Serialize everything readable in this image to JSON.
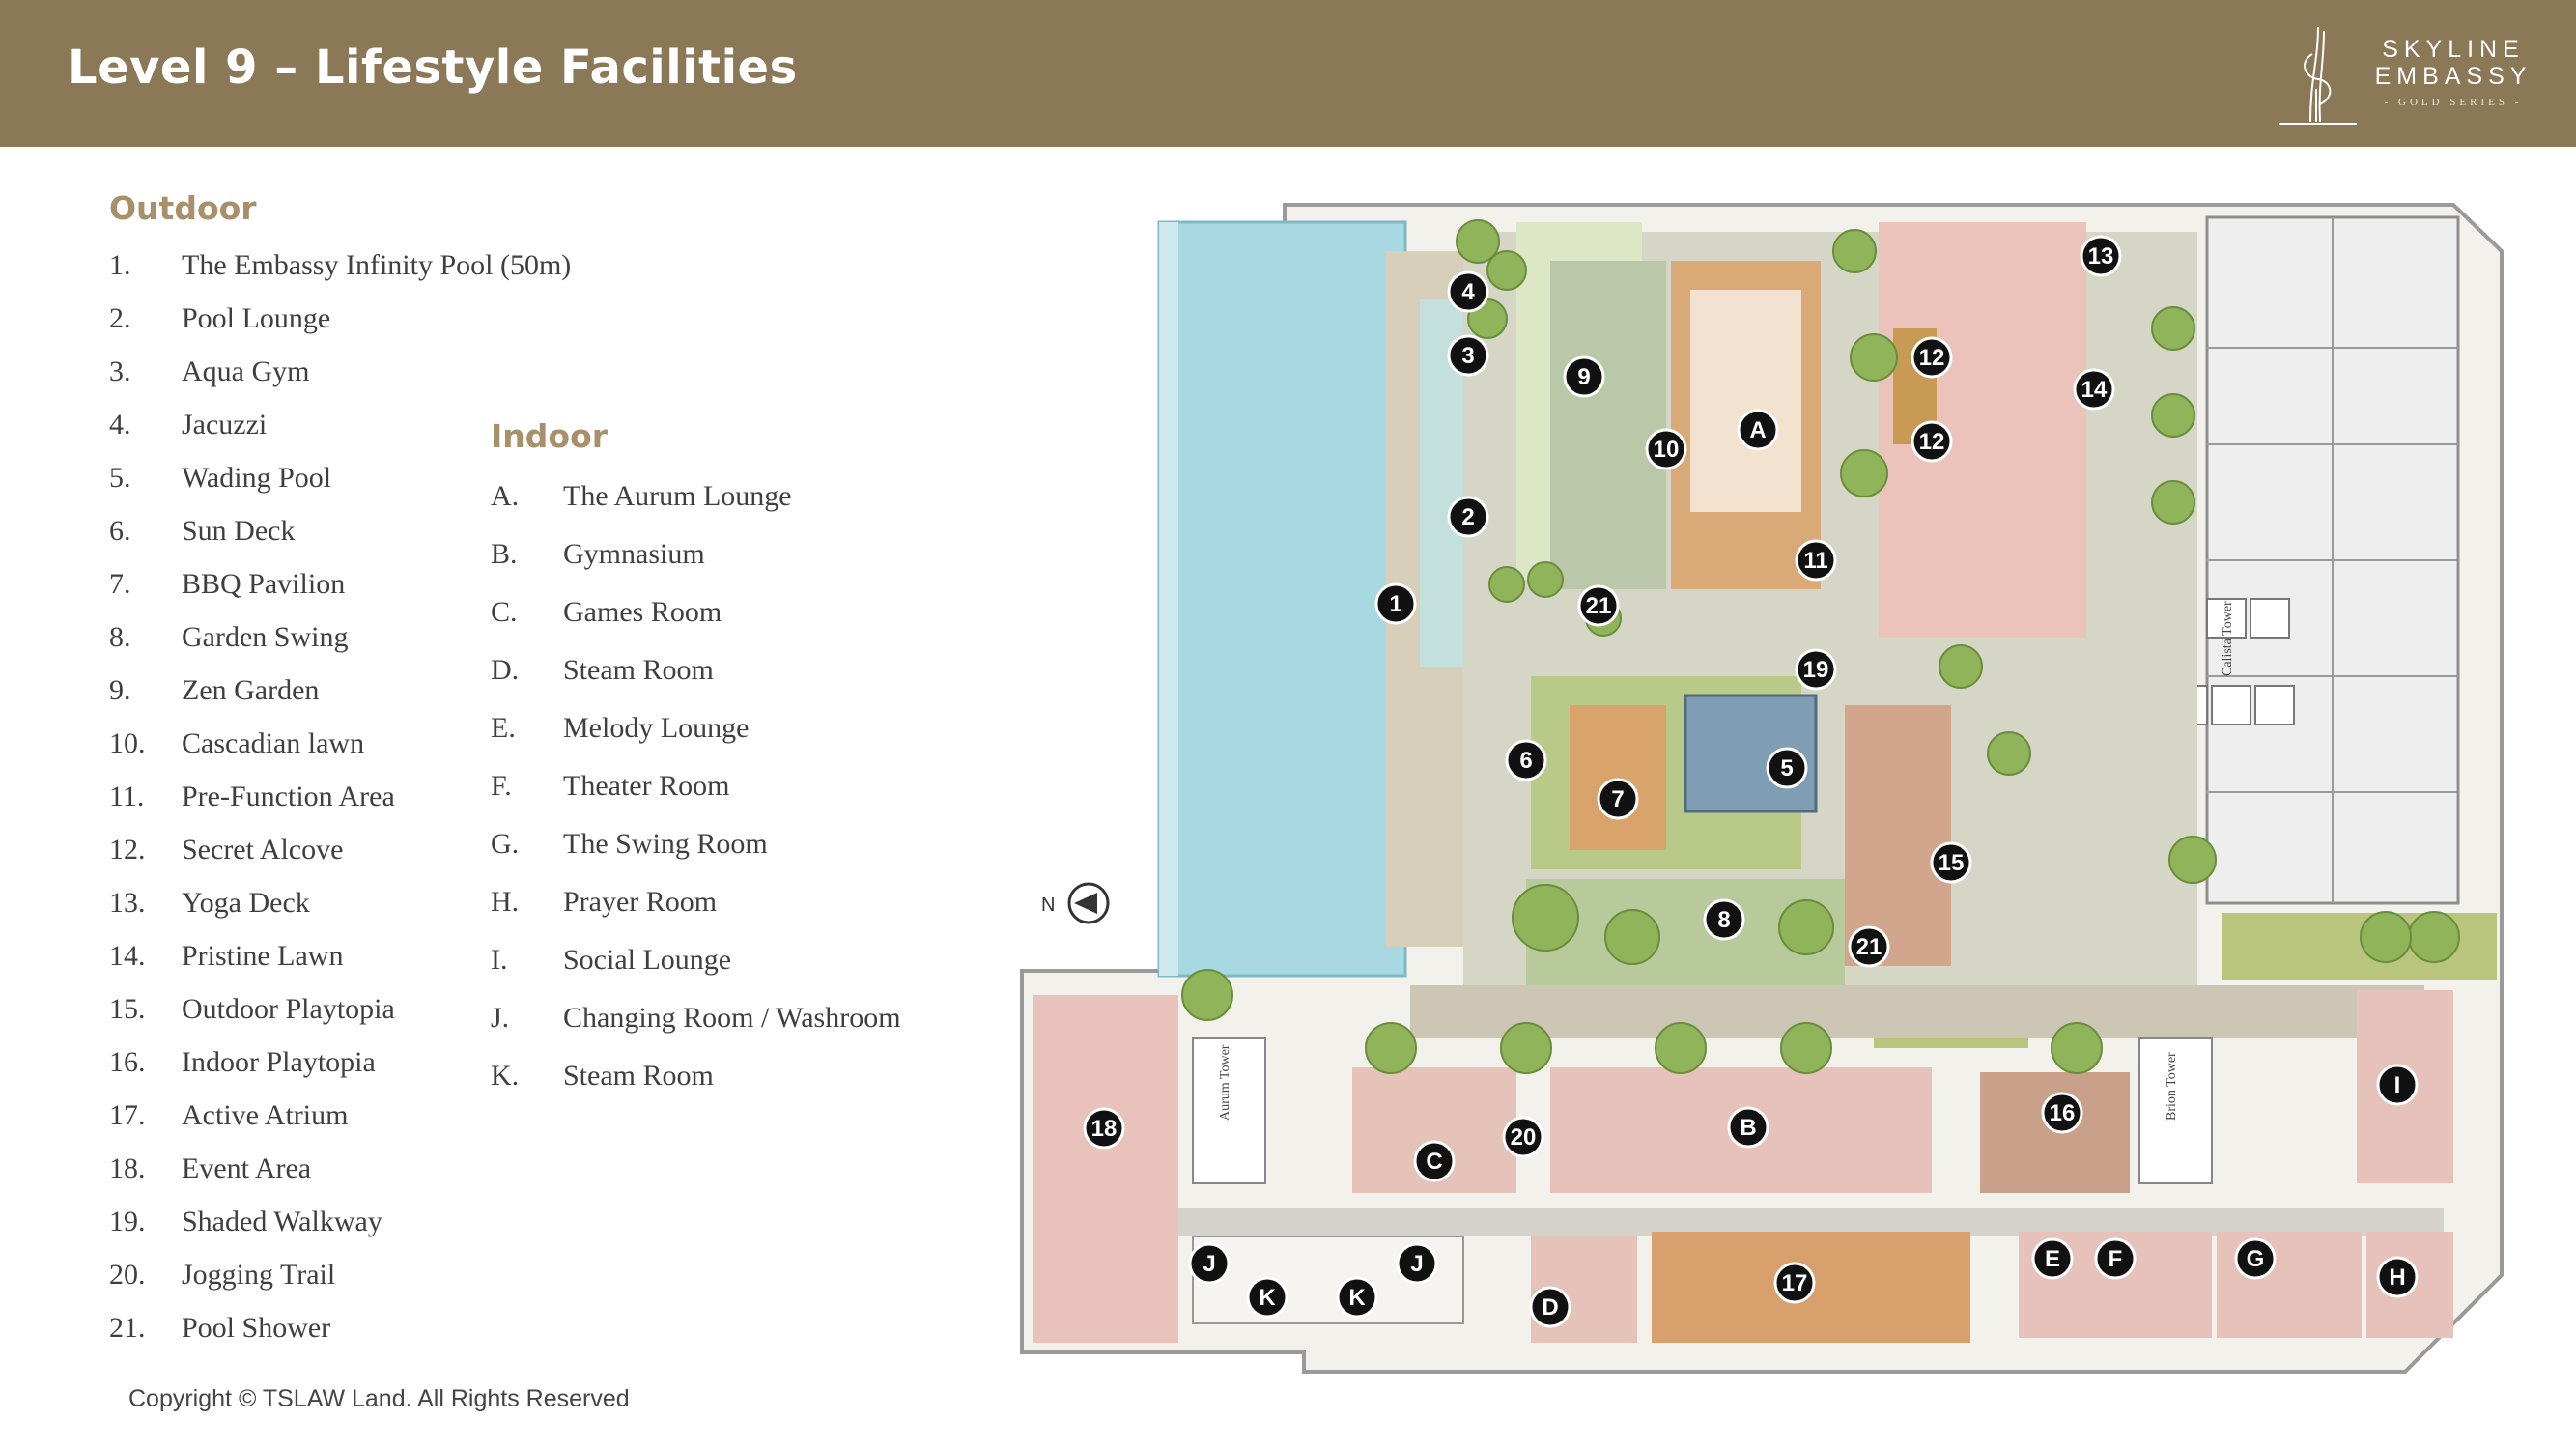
{
  "header": {
    "title": "Level 9 – Lifestyle Facilities",
    "logo_line1": "SKYLINE",
    "logo_line2": "EMBASSY",
    "logo_line3": "- GOLD SERIES -",
    "colors": {
      "band": "#8b7856",
      "accent": "#a8906a"
    }
  },
  "outdoor": {
    "title": "Outdoor",
    "items": [
      {
        "num": "1.",
        "label": "The Embassy Infinity Pool (50m)"
      },
      {
        "num": "2.",
        "label": "Pool Lounge"
      },
      {
        "num": "3.",
        "label": "Aqua Gym"
      },
      {
        "num": "4.",
        "label": "Jacuzzi"
      },
      {
        "num": "5.",
        "label": "Wading Pool"
      },
      {
        "num": "6.",
        "label": "Sun Deck"
      },
      {
        "num": "7.",
        "label": "BBQ Pavilion"
      },
      {
        "num": "8.",
        "label": "Garden Swing"
      },
      {
        "num": "9.",
        "label": "Zen Garden"
      },
      {
        "num": "10.",
        "label": "Cascadian lawn"
      },
      {
        "num": "11.",
        "label": "Pre-Function Area"
      },
      {
        "num": "12.",
        "label": "Secret Alcove"
      },
      {
        "num": "13.",
        "label": "Yoga Deck"
      },
      {
        "num": "14.",
        "label": "Pristine Lawn"
      },
      {
        "num": "15.",
        "label": "Outdoor Playtopia"
      },
      {
        "num": "16.",
        "label": "Indoor Playtopia"
      },
      {
        "num": "17.",
        "label": "Active Atrium"
      },
      {
        "num": "18.",
        "label": "Event Area"
      },
      {
        "num": "19.",
        "label": "Shaded Walkway"
      },
      {
        "num": "20.",
        "label": "Jogging Trail"
      },
      {
        "num": "21.",
        "label": "Pool Shower"
      }
    ]
  },
  "indoor": {
    "title": "Indoor",
    "items": [
      {
        "num": "A.",
        "label": "The Aurum Lounge"
      },
      {
        "num": "B.",
        "label": "Gymnasium"
      },
      {
        "num": "C.",
        "label": "Games Room"
      },
      {
        "num": "D.",
        "label": "Steam Room"
      },
      {
        "num": "E.",
        "label": "Melody Lounge"
      },
      {
        "num": "F.",
        "label": "Theater Room"
      },
      {
        "num": "G.",
        "label": "The Swing Room"
      },
      {
        "num": "H.",
        "label": "Prayer Room"
      },
      {
        "num": "I.",
        "label": "Social Lounge"
      },
      {
        "num": "J.",
        "label": "Changing Room / Washroom"
      },
      {
        "num": "K.",
        "label": "Steam Room"
      }
    ]
  },
  "plan": {
    "compass_letter": "N",
    "tower_labels": [
      "Aurum Tower",
      "Brion Tower",
      "Calista Tower"
    ],
    "markers": [
      "1",
      "2",
      "3",
      "4",
      "5",
      "6",
      "7",
      "8",
      "9",
      "10",
      "11",
      "12",
      "12",
      "13",
      "14",
      "15",
      "16",
      "17",
      "18",
      "19",
      "20",
      "21",
      "21",
      "A",
      "B",
      "C",
      "D",
      "E",
      "F",
      "G",
      "H",
      "I",
      "J",
      "J",
      "K",
      "K"
    ]
  },
  "footer": {
    "copyright": "Copyright © TSLAW Land. All Rights Reserved"
  }
}
